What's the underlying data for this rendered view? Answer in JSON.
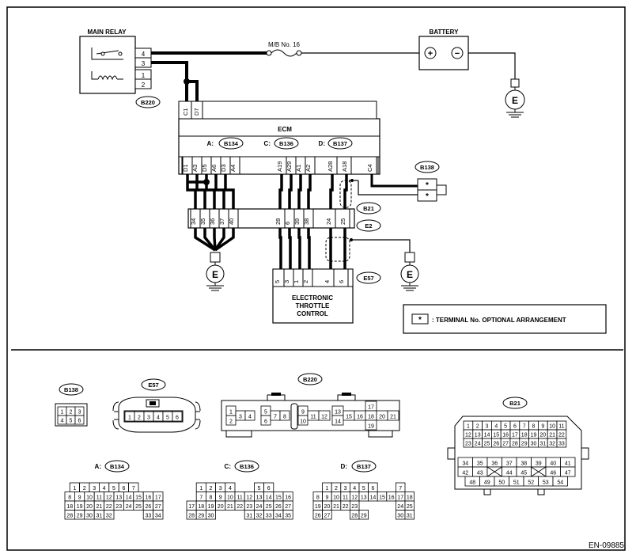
{
  "frame_note": "EN-09885",
  "components": {
    "main_relay": "MAIN RELAY",
    "battery": "BATTERY",
    "fuse": "M/B No. 16",
    "ecm": "ECM",
    "etc_line1": "ELECTRONIC",
    "etc_line2": "THROTTLE",
    "etc_line3": "CONTROL",
    "ground": "E"
  },
  "relay_pins": [
    "4",
    "3",
    "1",
    "2"
  ],
  "connectors": {
    "b220": "B220",
    "b134": "B134",
    "b136": "B136",
    "b137": "B137",
    "b138": "B138",
    "b21": "B21",
    "e2": "E2",
    "e57": "E57"
  },
  "ecm_prefix": {
    "a": "A:",
    "c": "C:",
    "d": "D:"
  },
  "ecm_top_pins": [
    "C1",
    "D7"
  ],
  "ecm_bottom_pins": [
    "D1",
    "A3",
    "D5",
    "A6",
    "D3",
    "A4",
    "A19",
    "A29",
    "A1",
    "A2",
    "A28",
    "A18",
    "C4"
  ],
  "b21_pins": [
    "34",
    "35",
    "36",
    "37",
    "40",
    "28",
    "6",
    "39",
    "38",
    "24",
    "25"
  ],
  "e57_pins": [
    "5",
    "3",
    "1",
    "2",
    "4",
    "6"
  ],
  "b138_pins": [
    "*",
    "*"
  ],
  "legend": {
    "star": "*",
    "text": ": TERMINAL No. OPTIONAL ARRANGEMENT"
  },
  "bottom_labels": {
    "a": "A:",
    "c": "C:",
    "d": "D:"
  },
  "face_b138": [
    [
      "1",
      "2",
      "3"
    ],
    [
      "4",
      "5",
      "6"
    ]
  ],
  "face_e57": [
    "1",
    "2",
    "3",
    "4",
    "5",
    "6"
  ],
  "face_b220": {
    "g1": [
      [
        "1",
        "3",
        "4"
      ],
      [
        "2"
      ]
    ],
    "g2": [
      "5",
      "6",
      "7",
      "8"
    ],
    "g3": [
      [
        "9",
        "10"
      ],
      [
        "11",
        "12"
      ]
    ],
    "g4": [
      [
        "13",
        "14"
      ],
      [
        "15",
        "16"
      ]
    ],
    "g5": [
      [
        "17",
        "18",
        "20",
        "21"
      ],
      [
        "19"
      ]
    ]
  },
  "face_b21": {
    "r1": [
      "1",
      "2",
      "3",
      "4",
      "5",
      "6",
      "7",
      "8",
      "9",
      "10",
      "11"
    ],
    "r2": [
      "12",
      "13",
      "14",
      "15",
      "16",
      "17",
      "18",
      "19",
      "20",
      "21",
      "22"
    ],
    "r3": [
      "23",
      "24",
      "25",
      "26",
      "27",
      "28",
      "29",
      "30",
      "31",
      "32",
      "33"
    ],
    "r4": [
      "34",
      "35",
      "36",
      "37",
      "38",
      "39",
      "40",
      "41"
    ],
    "r5": [
      "42",
      "43",
      "",
      "44",
      "45",
      "",
      "46",
      "47"
    ],
    "r6": [
      "48",
      "49",
      "50",
      "51",
      "52",
      "53",
      "54"
    ]
  },
  "face_b134": {
    "r1": [
      "1",
      "2",
      "3",
      "4",
      "5",
      "6",
      "7"
    ],
    "r2": [
      "8",
      "9",
      "10",
      "11",
      "12",
      "13",
      "14",
      "15",
      "16",
      "17"
    ],
    "r3": [
      "18",
      "19",
      "20",
      "21",
      "22",
      "23",
      "24",
      "25",
      "26",
      "27"
    ],
    "r4": [
      "28",
      "29",
      "30",
      "31",
      "32",
      "33",
      "34"
    ]
  },
  "face_b136": {
    "r1": [
      "1",
      "2",
      "3",
      "4",
      "5",
      "6"
    ],
    "r2": [
      "7",
      "8",
      "9",
      "10",
      "11",
      "12",
      "13",
      "14",
      "15",
      "16"
    ],
    "r3": [
      "17",
      "18",
      "19",
      "20",
      "21",
      "22",
      "23",
      "24",
      "25",
      "26",
      "27"
    ],
    "r4": [
      "28",
      "29",
      "30",
      "31",
      "32",
      "33",
      "34",
      "35"
    ]
  },
  "face_b137": {
    "r1": [
      "1",
      "2",
      "3",
      "4",
      "5",
      "6",
      "7"
    ],
    "r2": [
      "8",
      "9",
      "10",
      "11",
      "12",
      "13",
      "14",
      "15",
      "16",
      "17",
      "18"
    ],
    "r3": [
      "19",
      "20",
      "21",
      "22",
      "23",
      "24",
      "25"
    ],
    "r4": [
      "26",
      "27",
      "28",
      "29",
      "30",
      "31"
    ]
  }
}
